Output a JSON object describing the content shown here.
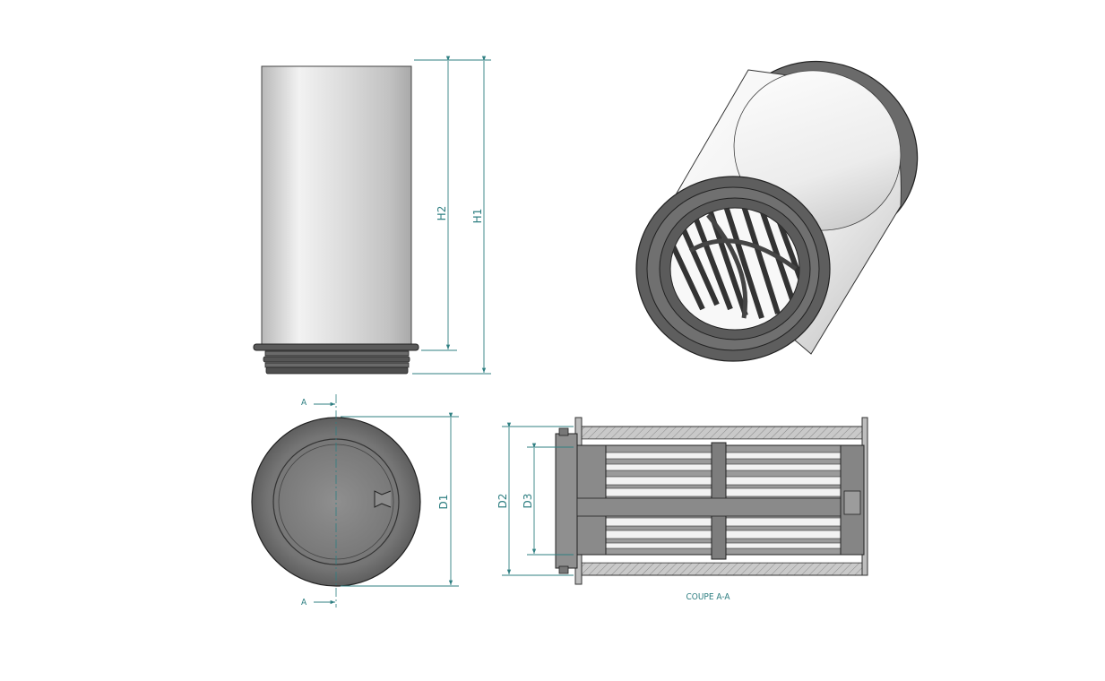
{
  "colors": {
    "dimension": "#2f7f82",
    "outline": "#222222",
    "body_dark": "#5a5a5a",
    "body_mid": "#8a8a8a",
    "body_light": "#f4f4f4",
    "section_hatch": "#9a9a9a"
  },
  "dimensions": {
    "h1": "H1",
    "h2": "H2",
    "d1": "D1",
    "d2": "D2",
    "d3": "D3"
  },
  "section_markers": {
    "top": "A",
    "bottom": "A"
  },
  "section_caption": "COUPE A-A"
}
